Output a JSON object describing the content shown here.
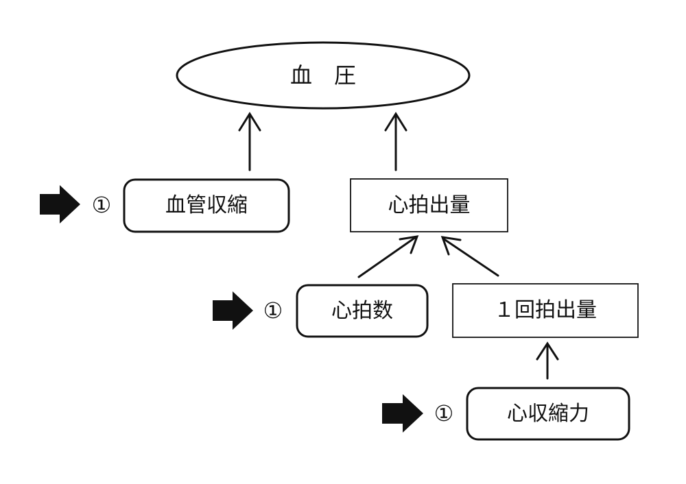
{
  "nodes": {
    "blood_pressure": {
      "label": "血　圧"
    },
    "vasoconstriction": {
      "label": "血管収縮"
    },
    "cardiac_output": {
      "label": "心拍出量"
    },
    "heart_rate": {
      "label": "心拍数"
    },
    "stroke_volume": {
      "label": "１回拍出量"
    },
    "contractility": {
      "label": "心収縮力"
    }
  },
  "markers": {
    "vasoconstriction": "①",
    "heart_rate": "①",
    "contractility": "①"
  }
}
